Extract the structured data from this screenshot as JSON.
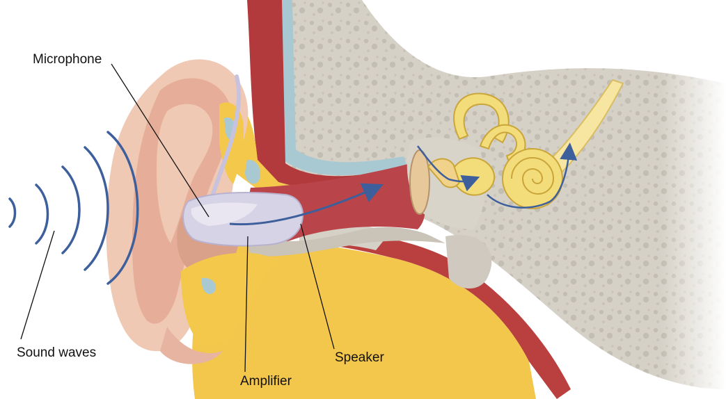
{
  "diagram": {
    "labels": {
      "microphone": "Microphone",
      "sound_waves": "Sound waves",
      "amplifier": "Amplifier",
      "speaker": "Speaker"
    },
    "colors": {
      "skin": "#f0c9b5",
      "skin_shadow": "#d9a08a",
      "bone": "#d3cfc6",
      "bone_pores": "#b9b3a8",
      "fat": "#f4c84a",
      "muscle": "#b23a3c",
      "canal": "#b9454a",
      "inner_ear": "#f3dc7a",
      "device": "#d7d3e6",
      "arrow": "#3d5f9c"
    },
    "icons": [
      "sound-wave-arcs",
      "signal-arrow",
      "hearing-aid-device",
      "cochlea"
    ]
  }
}
